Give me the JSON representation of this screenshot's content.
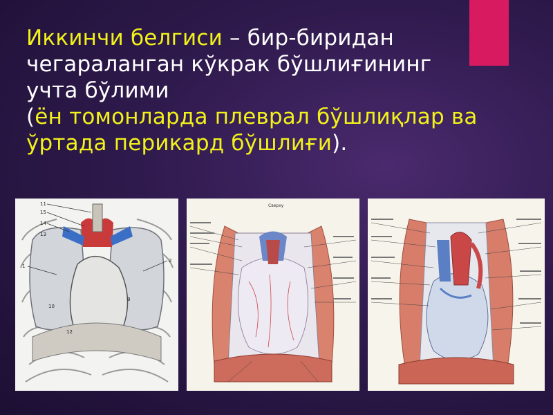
{
  "slide": {
    "title_line1_highlight": "Иккинчи белгиси",
    "title_line1_rest": " – бир-биридан",
    "title_line2": "чегараланган кўкрак бўшлиғининг",
    "title_line3": "учта бўлими",
    "title_line4_open_paren": "(",
    "title_line4_highlight": "ён томонларда плеврал бўшлиқлар ва",
    "title_line5_highlight": "ўртада перикард бўшлиғи",
    "title_line5_close": ")."
  },
  "colors": {
    "accent_bar": "#d81b60",
    "highlight_text": "#f2f21a",
    "body_text": "#ffffff"
  },
  "figures": {
    "figure1_numbers": [
      "11",
      "15",
      "14",
      "13",
      "1",
      "2",
      "10",
      "8",
      "12"
    ],
    "figure2_caption_top": "Сверху"
  }
}
